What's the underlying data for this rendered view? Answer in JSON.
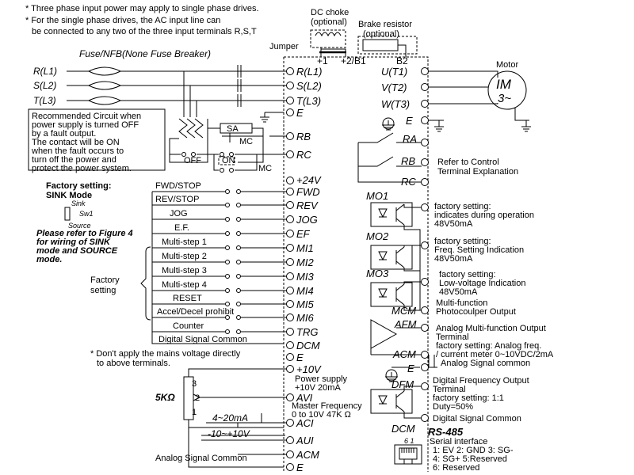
{
  "notes": {
    "n1": "* Three phase input power may apply to single phase drives.",
    "n2": "* For the single phase drives, the AC input line can",
    "n3": "be connected to any two of the three input terminals R,S,T",
    "mains_a": "* Don't apply the mains voltage directly",
    "mains_b": "to above terminals."
  },
  "top": {
    "dc_choke": "DC choke",
    "dc_choke_opt": "(optional)",
    "brake": "Brake resistor",
    "brake_opt": "(optional)",
    "jumper": "Jumper",
    "p1": "+1",
    "p2": "+2/B1",
    "b2": "B2"
  },
  "input": {
    "fuse": "Fuse/NFB(None Fuse Breaker)",
    "lines": [
      "R(L1)",
      "S(L2)",
      "T(L3)"
    ],
    "rec": [
      "Recommended Circuit when",
      "power supply is turned OFF",
      "by a fault output.",
      "The contact will be ON",
      "when the fault occurs to",
      "turn off the power and",
      "protect the power system."
    ],
    "sa": "SA",
    "mc": "MC",
    "off": "OFF",
    "on": "ON"
  },
  "terms_left": [
    "R(L1)",
    "S(L2)",
    "T(L3)",
    "E",
    "RB",
    "RC"
  ],
  "motor": {
    "label": "Motor",
    "im": "IM",
    "ph": "3~"
  },
  "terms_out": [
    "U(T1)",
    "V(T2)",
    "W(T3)",
    "E"
  ],
  "relay": {
    "ra": "RA",
    "rb": "RB",
    "rc": "RC",
    "ref1": "Refer to Control",
    "ref2": "Terminal Explanation"
  },
  "sink": {
    "title1": "Factory setting:",
    "title2": "SINK Mode",
    "sink": "Sink",
    "sw": "Sw1",
    "source": "Source",
    "fig": [
      "Please refer to Figure 4",
      "for wiring of SINK",
      "mode and SOURCE",
      "mode."
    ],
    "factory": [
      "Factory",
      "setting"
    ]
  },
  "inputs": {
    "labels": [
      "FWD/STOP",
      "REV/STOP",
      "JOG",
      "E.F.",
      "Multi-step 1",
      "Multi-step 2",
      "Multi-step 3",
      "Multi-step 4",
      "RESET",
      "Accel/Decel prohibit",
      "Counter",
      "Digital Signal Common"
    ],
    "terms": [
      "+24V",
      "FWD",
      "REV",
      "JOG",
      "EF",
      "MI1",
      "MI2",
      "MI3",
      "MI4",
      "MI5",
      "MI6",
      "TRG",
      "DCM",
      "E"
    ]
  },
  "mo": {
    "mo1": "MO1",
    "mo2": "MO2",
    "mo3": "MO3",
    "mcm": "MCM",
    "t1": [
      "factory setting:",
      "indicates during operation",
      "48V50mA"
    ],
    "t2": [
      "factory setting:",
      "Freq. Setting Indication",
      "48V50mA"
    ],
    "t3": [
      "factory setting:",
      "Low-voltage Indication",
      "48V50mA"
    ],
    "mf": [
      "Multi-function",
      "Photocoulper Output"
    ]
  },
  "afm": {
    "afm": "AFM",
    "acm": "ACM",
    "e": "E",
    "txt": [
      "Analog Multi-function Output",
      "Terminal",
      "factory setting: Analog freq.",
      "/ current meter 0~10VDC/2mA",
      "Analog Signal common"
    ]
  },
  "dfm": {
    "dfm": "DFM",
    "dcm": "DCM",
    "txt": [
      "Digital Frequency Output",
      "Terminal",
      "factory setting: 1:1",
      "Duty=50%",
      "Digital Signal Common"
    ]
  },
  "analog": {
    "terms": [
      "+10V",
      "AVI",
      "ACI",
      "AUI",
      "ACM",
      "E"
    ],
    "pw1": "Power supply",
    "pw2": "+10V 20mA",
    "mf1": "Master Frequency",
    "mf2": "0 to 10V 47K Ω",
    "pot": "5KΩ",
    "p3": "3",
    "p2": "2",
    "p1": "1",
    "aci": "4~20mA",
    "aui": "-10~+10V",
    "common": "Analog Signal Common"
  },
  "rs485": {
    "title": "RS-485",
    "sub": "Serial interface",
    "pins": "6  1",
    "l1": "1: EV 2: GND 3: SG-",
    "l2": "4: SG+ 5:Reserved",
    "l3": "6: Reserved"
  }
}
